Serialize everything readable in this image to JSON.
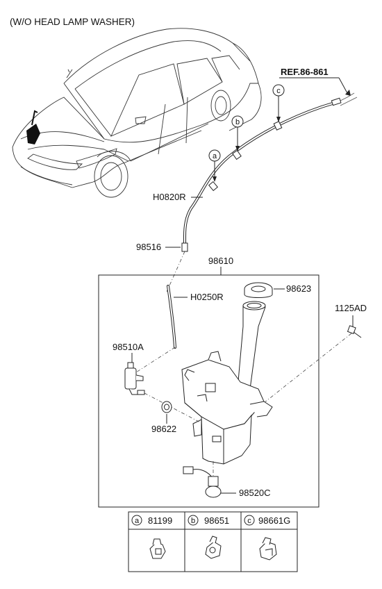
{
  "title": "(W/O HEAD LAMP WASHER)",
  "ref_label": "REF.86-861",
  "callouts": [
    "a",
    "b",
    "c"
  ],
  "part_labels": {
    "hose_front": "H0820R",
    "connector": "98516",
    "assembly": "98610",
    "hose_inner": "H0250R",
    "cap": "98623",
    "bolt": "1125AD",
    "pump": "98510A",
    "grommet": "98622",
    "sensor": "98520C"
  },
  "clip_table": [
    {
      "key": "a",
      "part": "81199"
    },
    {
      "key": "b",
      "part": "98651"
    },
    {
      "key": "c",
      "part": "98661G"
    }
  ]
}
